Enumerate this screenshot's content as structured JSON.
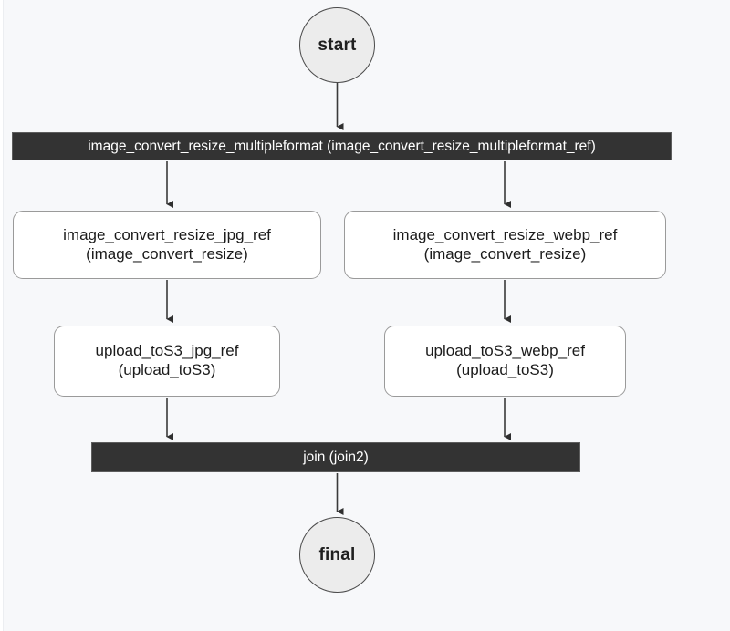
{
  "diagram": {
    "type": "activity-flowchart",
    "title": "image_convert_resize_multipleformat",
    "background_color": "#f7f8fa",
    "bar_color": "#333333",
    "bar_text_color": "#ffffff",
    "circle_fill": "#ececec",
    "box_fill": "#ffffff",
    "edge_color": "#3a3a3a"
  },
  "nodes": {
    "start": {
      "label": "start",
      "shape": "circle"
    },
    "fork": {
      "label": "image_convert_resize_multipleformat (image_convert_resize_multipleformat_ref)",
      "shape": "bar"
    },
    "jpg_convert": {
      "label": "image_convert_resize_jpg_ref\n(image_convert_resize)",
      "shape": "rounded-box"
    },
    "webp_convert": {
      "label": "image_convert_resize_webp_ref\n(image_convert_resize)",
      "shape": "rounded-box"
    },
    "jpg_upload": {
      "label": "upload_toS3_jpg_ref\n(upload_toS3)",
      "shape": "rounded-box"
    },
    "webp_upload": {
      "label": "upload_toS3_webp_ref\n(upload_toS3)",
      "shape": "rounded-box"
    },
    "join": {
      "label": "join (join2)",
      "shape": "bar"
    },
    "final": {
      "label": "final",
      "shape": "circle"
    }
  },
  "edges": [
    {
      "from": "start",
      "to": "fork",
      "arrow": "down"
    },
    {
      "from": "fork",
      "to": "jpg_convert",
      "arrow": "down"
    },
    {
      "from": "fork",
      "to": "webp_convert",
      "arrow": "down"
    },
    {
      "from": "jpg_convert",
      "to": "jpg_upload",
      "arrow": "down"
    },
    {
      "from": "webp_convert",
      "to": "webp_upload",
      "arrow": "down"
    },
    {
      "from": "jpg_upload",
      "to": "join",
      "arrow": "down"
    },
    {
      "from": "webp_upload",
      "to": "join",
      "arrow": "down"
    },
    {
      "from": "join",
      "to": "final",
      "arrow": "down"
    }
  ]
}
